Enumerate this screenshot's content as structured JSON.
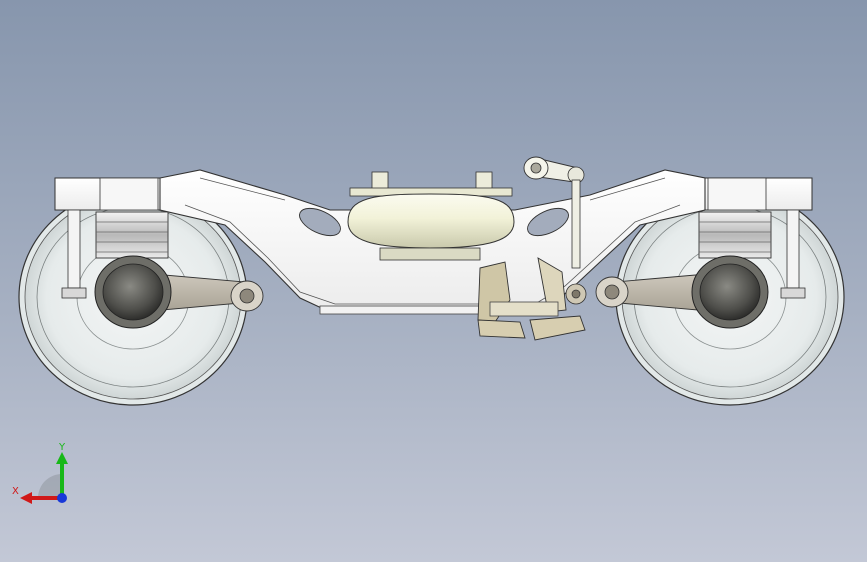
{
  "viewport": {
    "background_top": "#8796ad",
    "background_bottom": "#c3c8d6"
  },
  "model": {
    "name": "railway-bogie",
    "view": "side"
  },
  "triad": {
    "x_label": "X",
    "y_label": "Y",
    "x_color": "#d01818",
    "y_color": "#18b818",
    "z_color": "#1838d8",
    "icons": [
      "triad-x-axis-icon",
      "triad-y-axis-icon",
      "triad-z-axis-icon"
    ]
  }
}
